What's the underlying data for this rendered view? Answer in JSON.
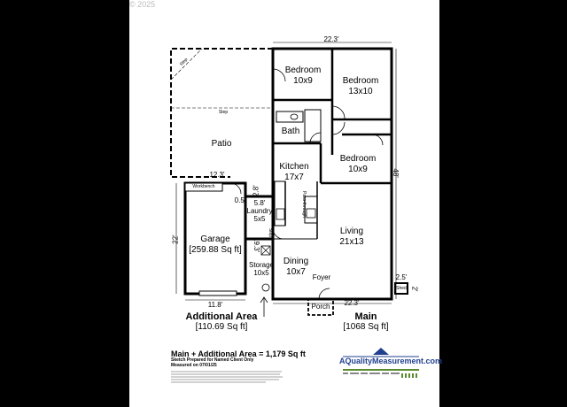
{
  "corner_mark": "© 2025",
  "rooms": {
    "bedroom_a": {
      "name": "Bedroom",
      "size": "10x9"
    },
    "bedroom_b": {
      "name": "Bedroom",
      "size": "13x10"
    },
    "bedroom_c": {
      "name": "Bedroom",
      "size": "10x9"
    },
    "bath": {
      "name": "Bath"
    },
    "kitchen": {
      "name": "Kitchen",
      "size": "17x7"
    },
    "patio": {
      "name": "Patio"
    },
    "laundry": {
      "name": "Laundry",
      "size": "5x5"
    },
    "living": {
      "name": "Living",
      "size": "21x13"
    },
    "garage": {
      "name": "Garage",
      "size": "[259.88 Sq ft]"
    },
    "storage": {
      "name": "Storage",
      "size": "10x5"
    },
    "dining": {
      "name": "Dining",
      "size": "10x7"
    },
    "foyer": {
      "name": "Foyer"
    },
    "porch": {
      "name": "Porch"
    },
    "shed": {
      "name": "Shed"
    }
  },
  "small_labels": {
    "step_top": "Step",
    "step_mid": "Step",
    "step_laundry": "Step",
    "workbench": "Workbench",
    "pass_through": "Pass-through"
  },
  "dimensions": {
    "top_width": "22.3'",
    "right_height": "48'",
    "patio_width": "12.3'",
    "garage_height": "22'",
    "garage_width": "11.8'",
    "laundry_width": "5.8'",
    "laundry_gap": "2.8'",
    "garage_door": "0.5'",
    "storage_height": "19.3'",
    "bottom_width": "22.3'",
    "shed_width": "2.5'",
    "shed_height": "2'"
  },
  "legend": {
    "additional_title": "Additional Area",
    "additional_value": "[110.69 Sq ft]",
    "main_title": "Main",
    "main_value": "[1068 Sq ft]",
    "total": "Main + Additional Area = 1,179 Sq ft",
    "prepared": "Sketch Prepared for Named Client Only",
    "measured": "Measured on 07/01/25"
  },
  "logo": {
    "brand": "AQualityMeasurement.com"
  },
  "colors": {
    "background": "#000000",
    "sheet": "#ffffff",
    "brand_blue": "#1f3f8f",
    "logo_green": "#5a8a2e"
  }
}
